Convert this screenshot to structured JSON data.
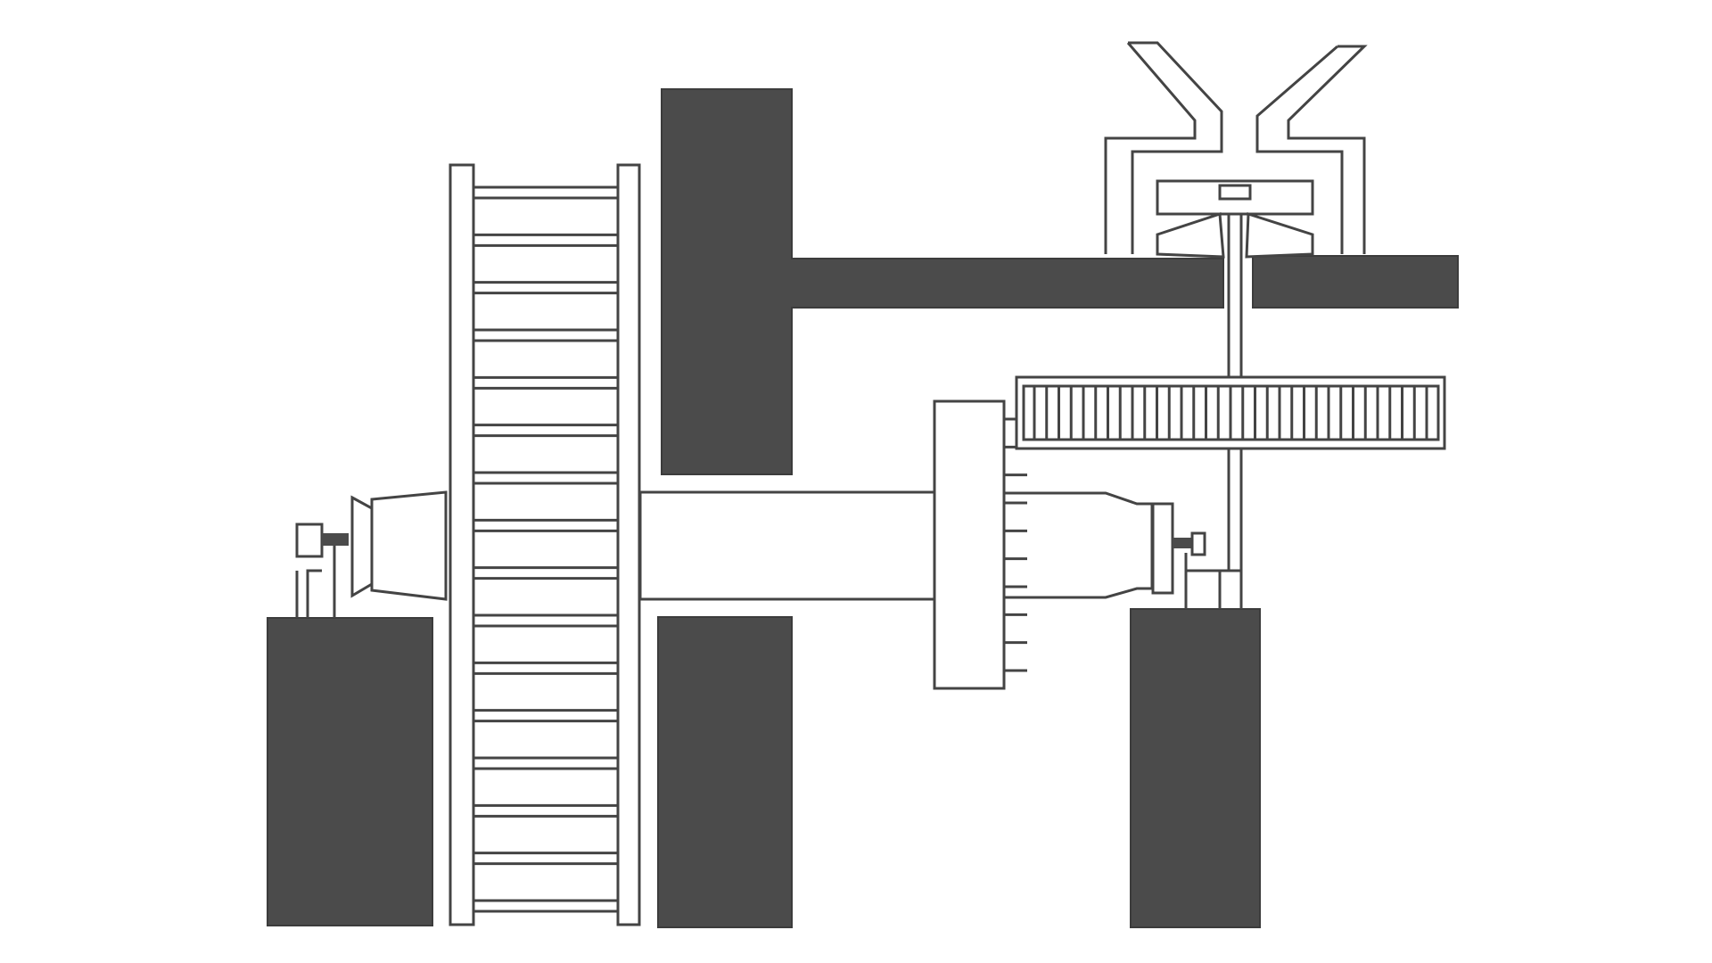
{
  "diagram": {
    "kind": "mill drivetrain schematic",
    "colors": {
      "background": "#ffffff",
      "solid_block": "#4b4b4b",
      "outline": "#444444"
    },
    "components": [
      "left-support-block",
      "left-bearing",
      "water-wheel",
      "upper-left-block",
      "lower-middle-block",
      "right-support-block",
      "horizontal-beam",
      "main-axle",
      "pit-wheel",
      "crown-wheel",
      "vertical-shaft",
      "hopper",
      "millstones",
      "right-bearing"
    ],
    "water_wheel_rungs": 16,
    "pit_wheel_teeth": 10,
    "crown_wheel_teeth": 33
  }
}
